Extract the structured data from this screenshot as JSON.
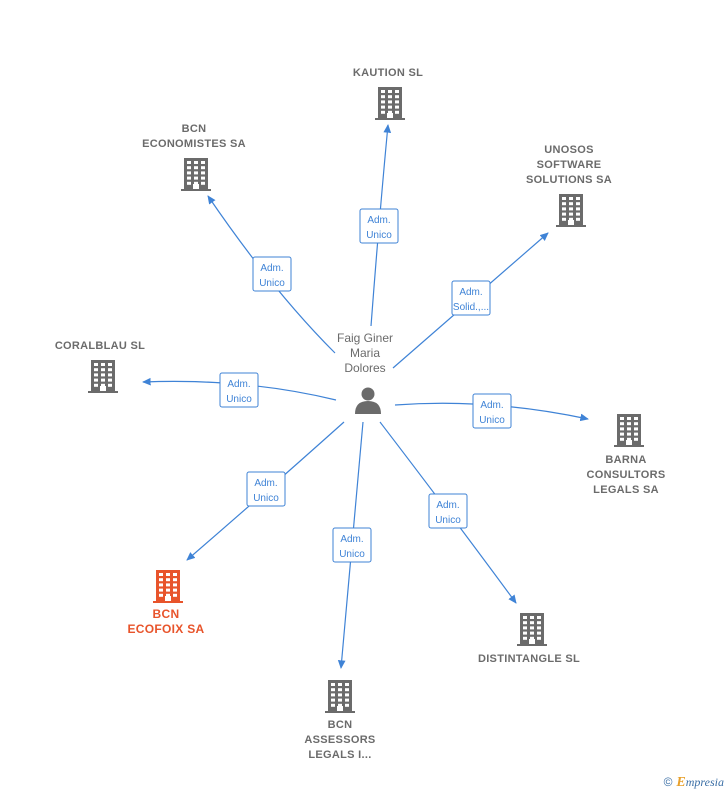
{
  "person": {
    "name_lines": [
      "Faig Giner",
      "Maria",
      "Dolores"
    ]
  },
  "companies": [
    {
      "id": "kaution",
      "label_lines": [
        "KAUTION SL"
      ],
      "highlight": false
    },
    {
      "id": "bcn-economistes",
      "label_lines": [
        "BCN",
        "ECONOMISTES SA"
      ],
      "highlight": false
    },
    {
      "id": "unosos",
      "label_lines": [
        "UNOSOS",
        "SOFTWARE",
        "SOLUTIONS SA"
      ],
      "highlight": false
    },
    {
      "id": "coralblau",
      "label_lines": [
        "CORALBLAU SL"
      ],
      "highlight": false
    },
    {
      "id": "barna",
      "label_lines": [
        "BARNA",
        "CONSULTORS",
        "LEGALS SA"
      ],
      "highlight": false
    },
    {
      "id": "bcn-ecofoix",
      "label_lines": [
        "BCN",
        "ECOFOIX SA"
      ],
      "highlight": true
    },
    {
      "id": "distintangle",
      "label_lines": [
        "DISTINTANGLE SL"
      ],
      "highlight": false
    },
    {
      "id": "bcn-assessors",
      "label_lines": [
        "BCN",
        "ASSESSORS",
        "LEGALS I..."
      ],
      "highlight": false
    }
  ],
  "edges": [
    {
      "to": "kaution",
      "role_lines": [
        "Adm.",
        "Unico"
      ]
    },
    {
      "to": "bcn-economistes",
      "role_lines": [
        "Adm.",
        "Unico"
      ]
    },
    {
      "to": "unosos",
      "role_lines": [
        "Adm.",
        "Solid.,..."
      ]
    },
    {
      "to": "coralblau",
      "role_lines": [
        "Adm.",
        "Unico"
      ]
    },
    {
      "to": "barna",
      "role_lines": [
        "Adm.",
        "Unico"
      ]
    },
    {
      "to": "bcn-ecofoix",
      "role_lines": [
        "Adm.",
        "Unico"
      ]
    },
    {
      "to": "distintangle",
      "role_lines": [
        "Adm.",
        "Unico"
      ]
    },
    {
      "to": "bcn-assessors",
      "role_lines": [
        "Adm.",
        "Unico"
      ]
    }
  ],
  "colors": {
    "edge": "#3f83d6",
    "building": "#6b6b6b",
    "highlight": "#e8542b",
    "person": "#6b6b6b"
  },
  "footer": {
    "copyright": "©",
    "brand_first": "E",
    "brand_rest": "mpresia"
  }
}
